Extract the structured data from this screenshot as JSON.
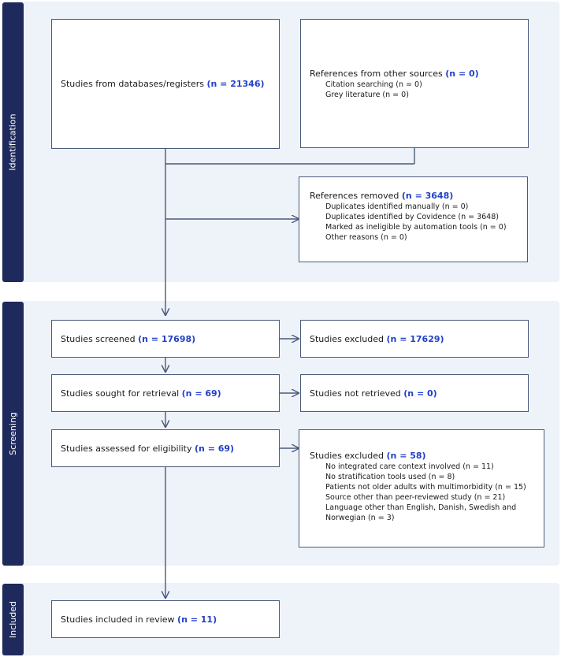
{
  "stages": {
    "identification": "Identification",
    "screening": "Screening",
    "included": "Included"
  },
  "boxes": {
    "databases": {
      "label": "Studies from databases/registers ",
      "n": "(n = 21346)"
    },
    "other_sources": {
      "label": "References from other sources ",
      "n": "(n = 0)",
      "items": [
        "Citation searching (n = 0)",
        "Grey literature (n = 0)"
      ]
    },
    "removed": {
      "label": "References removed ",
      "n": "(n = 3648)",
      "items": [
        "Duplicates identified manually (n = 0)",
        "Duplicates identified by Covidence (n = 3648)",
        "Marked as ineligible by automation tools (n = 0)",
        "Other reasons (n = 0)"
      ]
    },
    "screened": {
      "label": "Studies screened ",
      "n": "(n = 17698)"
    },
    "excluded_screen": {
      "label": "Studies excluded ",
      "n": "(n = 17629)"
    },
    "sought": {
      "label": "Studies sought for retrieval ",
      "n": "(n = 69)"
    },
    "not_retrieved": {
      "label": "Studies not retrieved ",
      "n": "(n = 0)"
    },
    "assessed": {
      "label": "Studies assessed for eligibility ",
      "n": "(n = 69)"
    },
    "excluded_elig": {
      "label": "Studies excluded ",
      "n": "(n = 58)",
      "items": [
        "No integrated care context involved (n = 11)",
        "No stratification tools used (n = 8)",
        "Patients not older adults with multimorbidity (n = 15)",
        "Source other than peer-reviewed study (n = 21)",
        "Language other than English, Danish, Swedish and",
        "Norwegian (n = 3)"
      ]
    },
    "included": {
      "label": "Studies included in review ",
      "n": "(n = 11)"
    }
  },
  "colors": {
    "stage_bar": "#1f2a5c",
    "section_bg": "#eef2f9",
    "count_text": "#2340c8",
    "connector": "#4a5a7a"
  }
}
